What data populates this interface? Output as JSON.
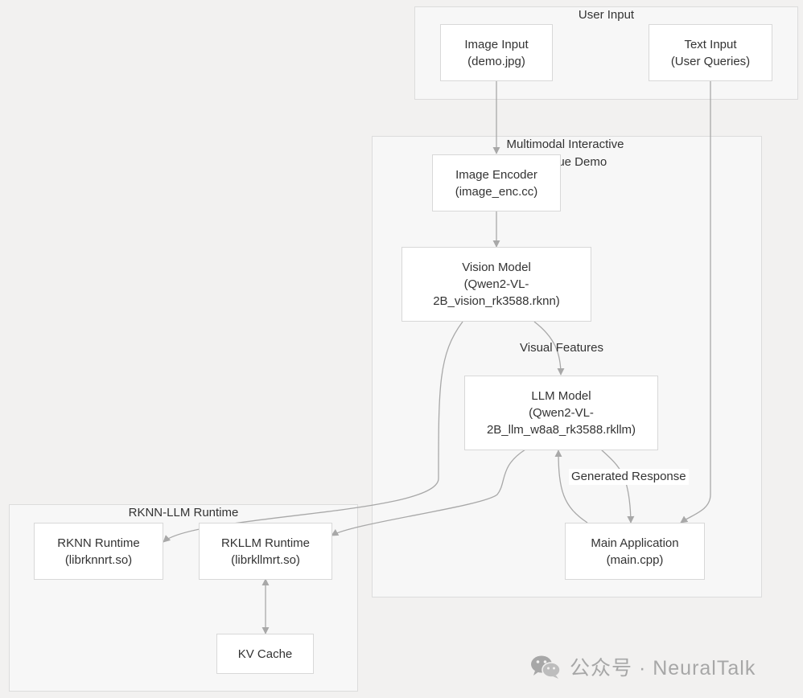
{
  "clusters": {
    "user_input": "User Input",
    "demo": "Multimodal Interactive Dialogue Demo",
    "runtime": "RKNN-LLM Runtime"
  },
  "nodes": {
    "image_input": "Image Input\n(demo.jpg)",
    "text_input": "Text Input\n(User Queries)",
    "image_encoder": "Image Encoder\n(image_enc.cc)",
    "vision_model": "Vision Model\n(Qwen2-VL-\n2B_vision_rk3588.rknn)",
    "llm_model": "LLM Model\n(Qwen2-VL-\n2B_llm_w8a8_rk3588.rkllm)",
    "main_app": "Main Application\n(main.cpp)",
    "rknn_runtime": "RKNN Runtime\n(librknnrt.so)",
    "rkllm_runtime": "RKLLM Runtime\n(librkllmrt.so)",
    "kv_cache": "KV Cache"
  },
  "edge_labels": {
    "visual_features": "Visual Features",
    "generated_response": "Generated Response"
  },
  "watermark": {
    "text": "公众号 · NeuralTalk",
    "icon": "wechat-icon"
  }
}
